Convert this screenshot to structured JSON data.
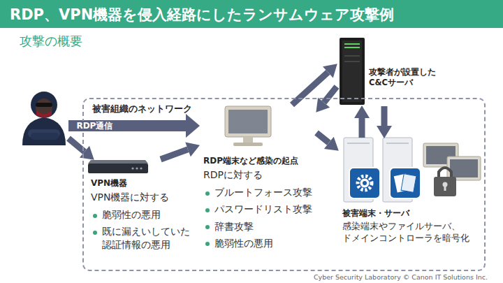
{
  "diagram": {
    "title": "RDP、VPN機器を侵入経路にしたランサムウェア攻撃例",
    "nodes": [
      {
        "text": [
          "被害組織のネットワーク"
        ]
      },
      {
        "text": []
      },
      {
        "text": [
          "VPN機器",
          "VPN機器に対する",
          "脆弱性の悪用",
          "既に漏えいしていた 認証情報の悪用"
        ],
        "in": 0
      },
      {
        "text": [
          "RDP端末など感染の起点",
          "RDPに対する",
          "ブルートフォース攻撃",
          "パスワードリスト攻撃",
          "辞書攻撃",
          "脆弱性の悪用"
        ],
        "in": 0
      },
      {
        "text": [
          "攻撃者が設置した C&Cサーバ"
        ]
      },
      {
        "text": [
          "被害端末・サーバ",
          "感染端末やファイルサーバ、 ドメインコントローラを暗号化"
        ],
        "in": 0
      }
    ],
    "edges": [
      {
        "from": 1,
        "to": 2,
        "arrow": "to"
      },
      {
        "from": 1,
        "to": 3,
        "label": "RDP通信",
        "arrow": "to"
      },
      {
        "from": 2,
        "to": 3,
        "arrow": "to"
      },
      {
        "from": 3,
        "to": 4,
        "arrow": "to"
      },
      {
        "from": 4,
        "to": 3,
        "arrow": "to"
      },
      {
        "from": 3,
        "to": 5,
        "arrow": "to"
      },
      {
        "from": 5,
        "to": 4,
        "arrow": "to"
      },
      {
        "from": 4,
        "to": 5,
        "arrow": "to"
      }
    ],
    "labels": [
      "攻撃の概要",
      "Cyber Security Laboratory © Canon IT Solutions Inc."
    ]
  }
}
